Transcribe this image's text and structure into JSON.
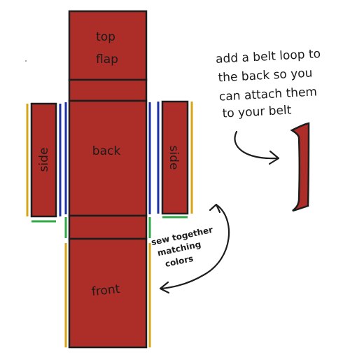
{
  "pieces": {
    "top_flap_line1": "top",
    "top_flap_line2": "flap",
    "back": "back",
    "front": "front",
    "side_left": "side",
    "side_right": "side"
  },
  "notes": {
    "belt_loop_lines": [
      "add a belt loop to",
      "the back so you",
      "can attach them",
      "to your belt"
    ],
    "sew_lines": [
      "sew together",
      "matching",
      "colors"
    ]
  },
  "colors": {
    "fabric": "#ad2e28",
    "outline": "#1d1d1d",
    "seam_yellow": "#d4a614",
    "seam_blue": "#1b2fa6",
    "seam_green": "#2fa847"
  }
}
